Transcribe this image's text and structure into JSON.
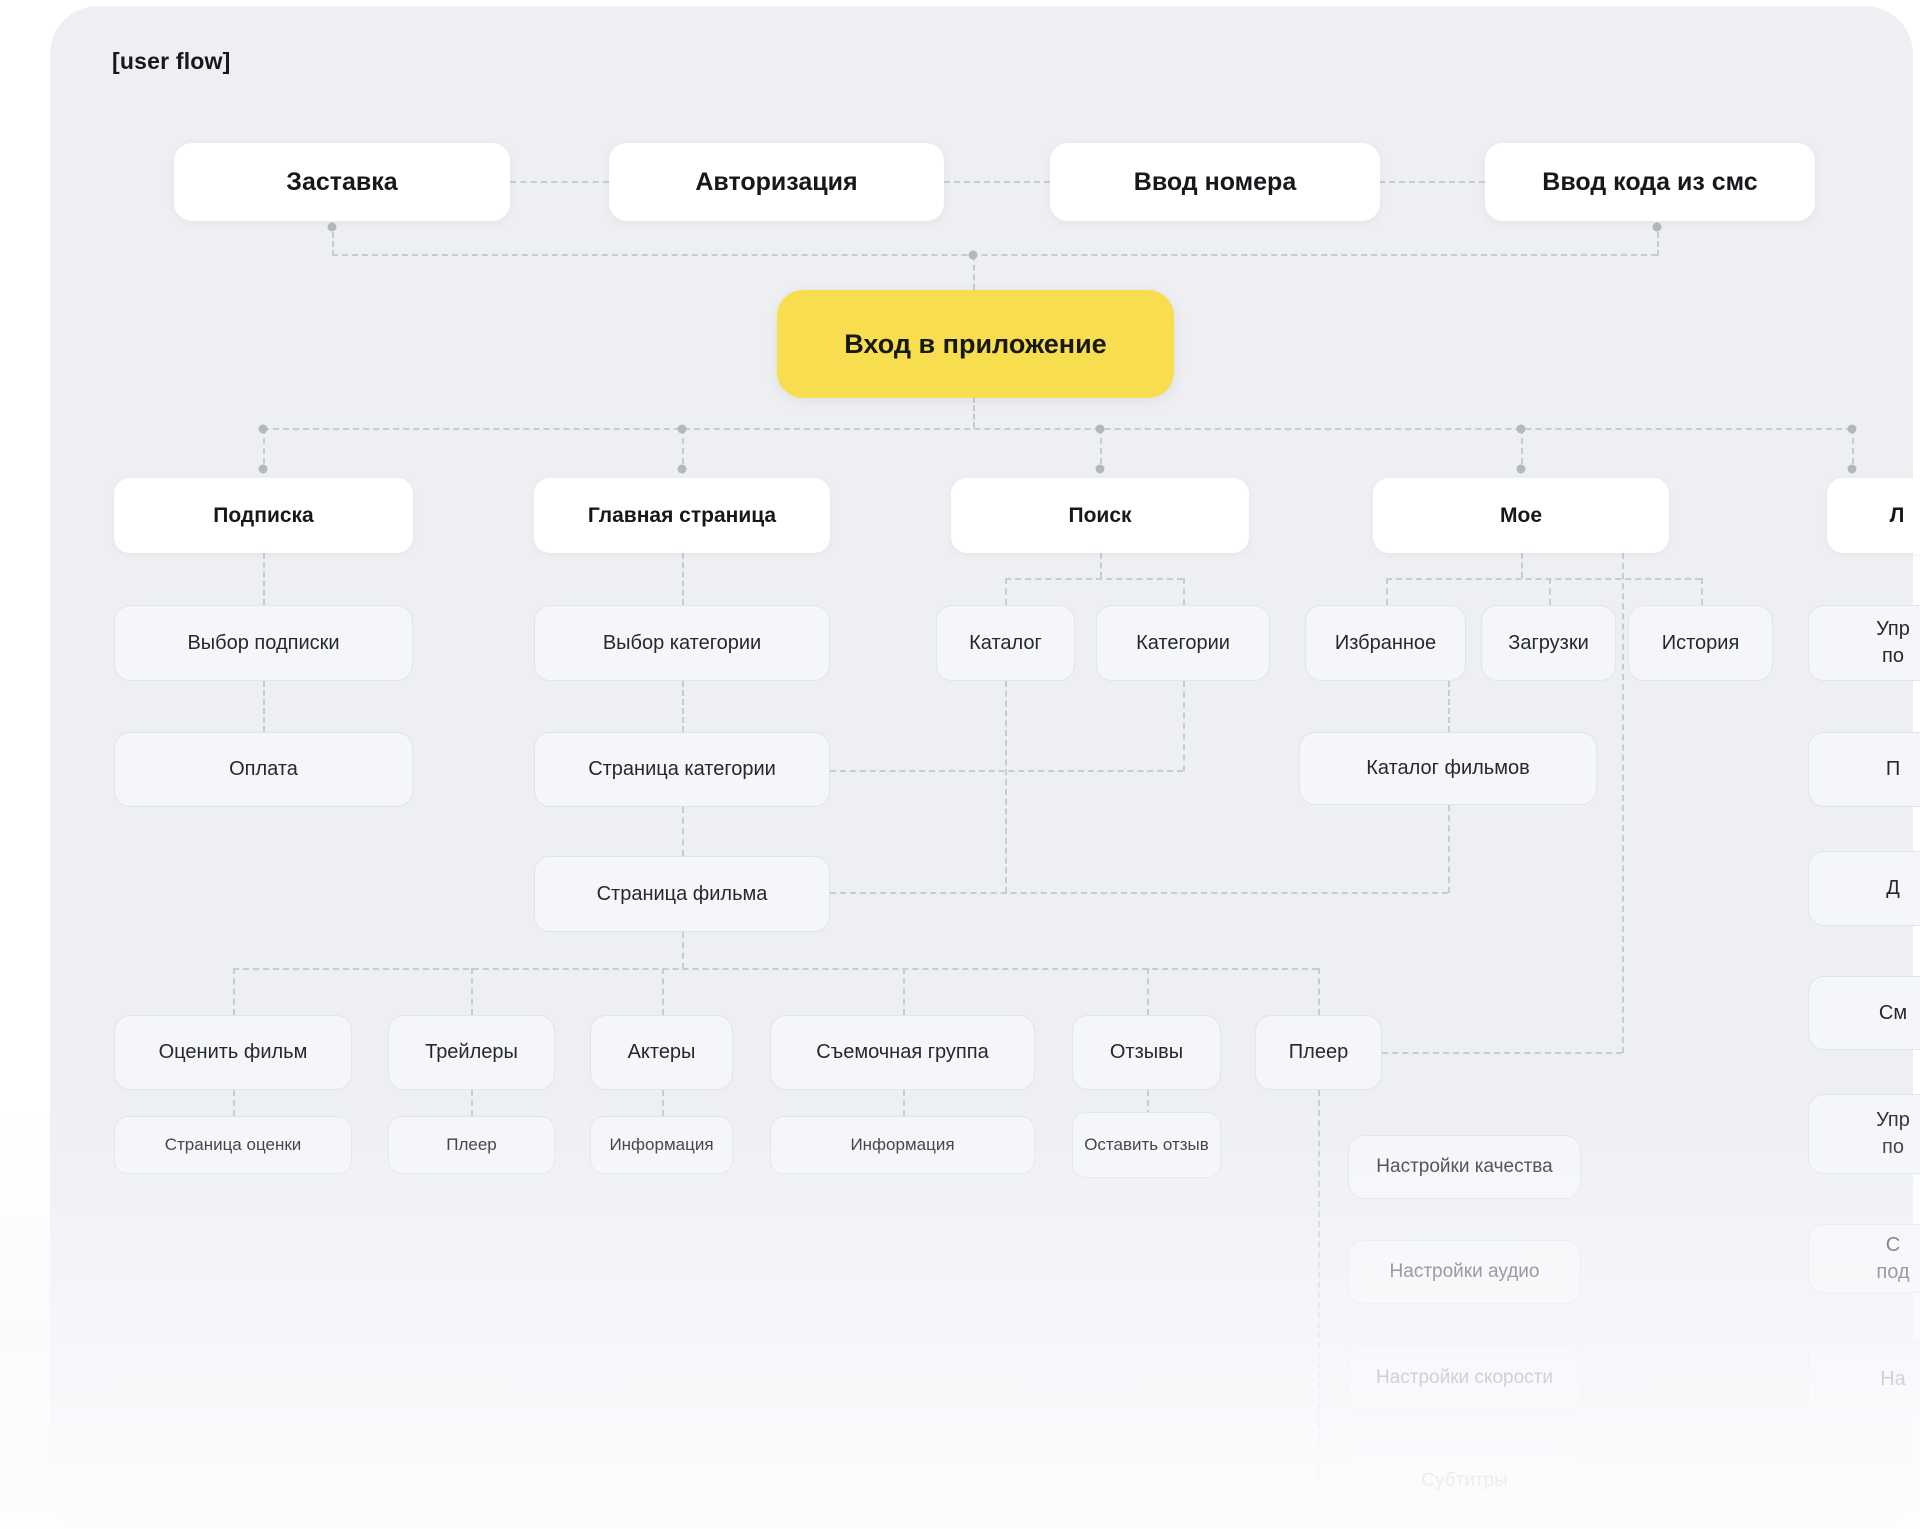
{
  "title": "[user flow]",
  "colors": {
    "accent": "#F8DE4E",
    "canvas_bg": "#EDEFF3",
    "line": "#C7CBD4",
    "text": "#17181C"
  },
  "top_row": [
    {
      "label": "Заставка"
    },
    {
      "label": "Авторизация"
    },
    {
      "label": "Ввод номера"
    },
    {
      "label": "Ввод кода из смс"
    }
  ],
  "entry": {
    "label": "Вход в приложение"
  },
  "branches": {
    "subscription": {
      "label": "Подписка",
      "children": [
        {
          "label": "Выбор подписки"
        },
        {
          "label": "Оплата"
        }
      ]
    },
    "home": {
      "label": "Главная страница",
      "children": [
        {
          "label": "Выбор категории"
        },
        {
          "label": "Страница категории"
        },
        {
          "label": "Страница фильма"
        }
      ]
    },
    "search": {
      "label": "Поиск",
      "children": [
        {
          "label": "Каталог"
        },
        {
          "label": "Категории"
        }
      ]
    },
    "my": {
      "label": "Мое",
      "children": [
        {
          "label": "Избранное"
        },
        {
          "label": "Загрузки"
        },
        {
          "label": "История"
        },
        {
          "label": "Каталог фильмов"
        }
      ]
    },
    "truncated_right": {
      "label": "Л"
    }
  },
  "movie_page": {
    "children": [
      {
        "label": "Оценить фильм",
        "sub": "Страница оценки"
      },
      {
        "label": "Трейлеры",
        "sub": "Плеер"
      },
      {
        "label": "Актеры",
        "sub": "Информация"
      },
      {
        "label": "Съемочная группа",
        "sub": "Информация"
      },
      {
        "label": "Отзывы",
        "sub": "Оставить отзыв"
      },
      {
        "label": "Плеер"
      }
    ]
  },
  "player_settings": [
    {
      "label": "Настройки качества"
    },
    {
      "label": "Настройки аудио"
    },
    {
      "label": "Настройки скорости"
    },
    {
      "label": "Субтитры"
    }
  ],
  "right_edge_partials": [
    {
      "line1": "Упр",
      "line2": "по"
    },
    {
      "line1": "П",
      "line2": ""
    },
    {
      "line1": "Д",
      "line2": ""
    },
    {
      "line1": "См",
      "line2": ""
    },
    {
      "line1": "Упр",
      "line2": "по"
    },
    {
      "line1": "С",
      "line2": "под"
    },
    {
      "line1": "На",
      "line2": ""
    }
  ]
}
